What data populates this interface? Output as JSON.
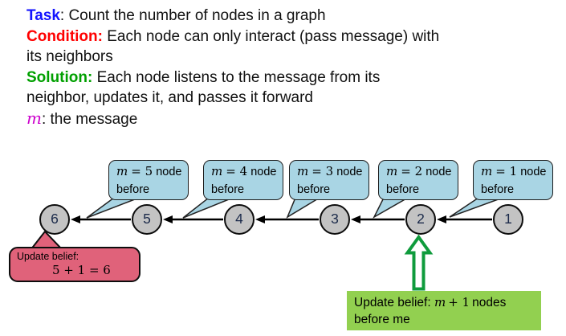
{
  "colors": {
    "task_label": "#1414ff",
    "condition_label": "#ff0000",
    "solution_label": "#00a000",
    "message_var": "#cc00cc",
    "bubble_fill": "#a9d5e4",
    "node_fill": "#c3c3c3",
    "left_callout_fill": "#e0627a",
    "right_callout_fill": "#92d050",
    "green_arrow": "#0f9b3c"
  },
  "intro": {
    "task_label": "Task",
    "task_text": ": Count the number of nodes in a graph",
    "condition_label": "Condition:",
    "condition_text": "Each node can only interact (pass message) with",
    "condition_text2": "its neighbors",
    "solution_label": "Solution:",
    "solution_text": "Each node listens to the message from its",
    "solution_text2": "neighbor, updates it, and passes it forward",
    "message_var": "m",
    "message_text": ": the message"
  },
  "diagram": {
    "bubbles": [
      {
        "var": "m",
        "eq": "= 5",
        "noun": "node",
        "line2": "before"
      },
      {
        "var": "m",
        "eq": "= 4",
        "noun": "node",
        "line2": "before"
      },
      {
        "var": "m",
        "eq": "= 3",
        "noun": "node",
        "line2": "before"
      },
      {
        "var": "m",
        "eq": "= 2",
        "noun": "node",
        "line2": "before"
      },
      {
        "var": "m",
        "eq": "= 1",
        "noun": "node",
        "line2": "before"
      }
    ],
    "nodes": [
      {
        "label": "6"
      },
      {
        "label": "5"
      },
      {
        "label": "4"
      },
      {
        "label": "3"
      },
      {
        "label": "2"
      },
      {
        "label": "1"
      }
    ],
    "left_callout": {
      "title": "Update belief:",
      "math": "5 + 1 = 6"
    },
    "right_callout": {
      "prefix": "Update belief:",
      "var": "m",
      "math_rest": "+ 1",
      "suffix": "nodes",
      "line2": "before me"
    }
  }
}
